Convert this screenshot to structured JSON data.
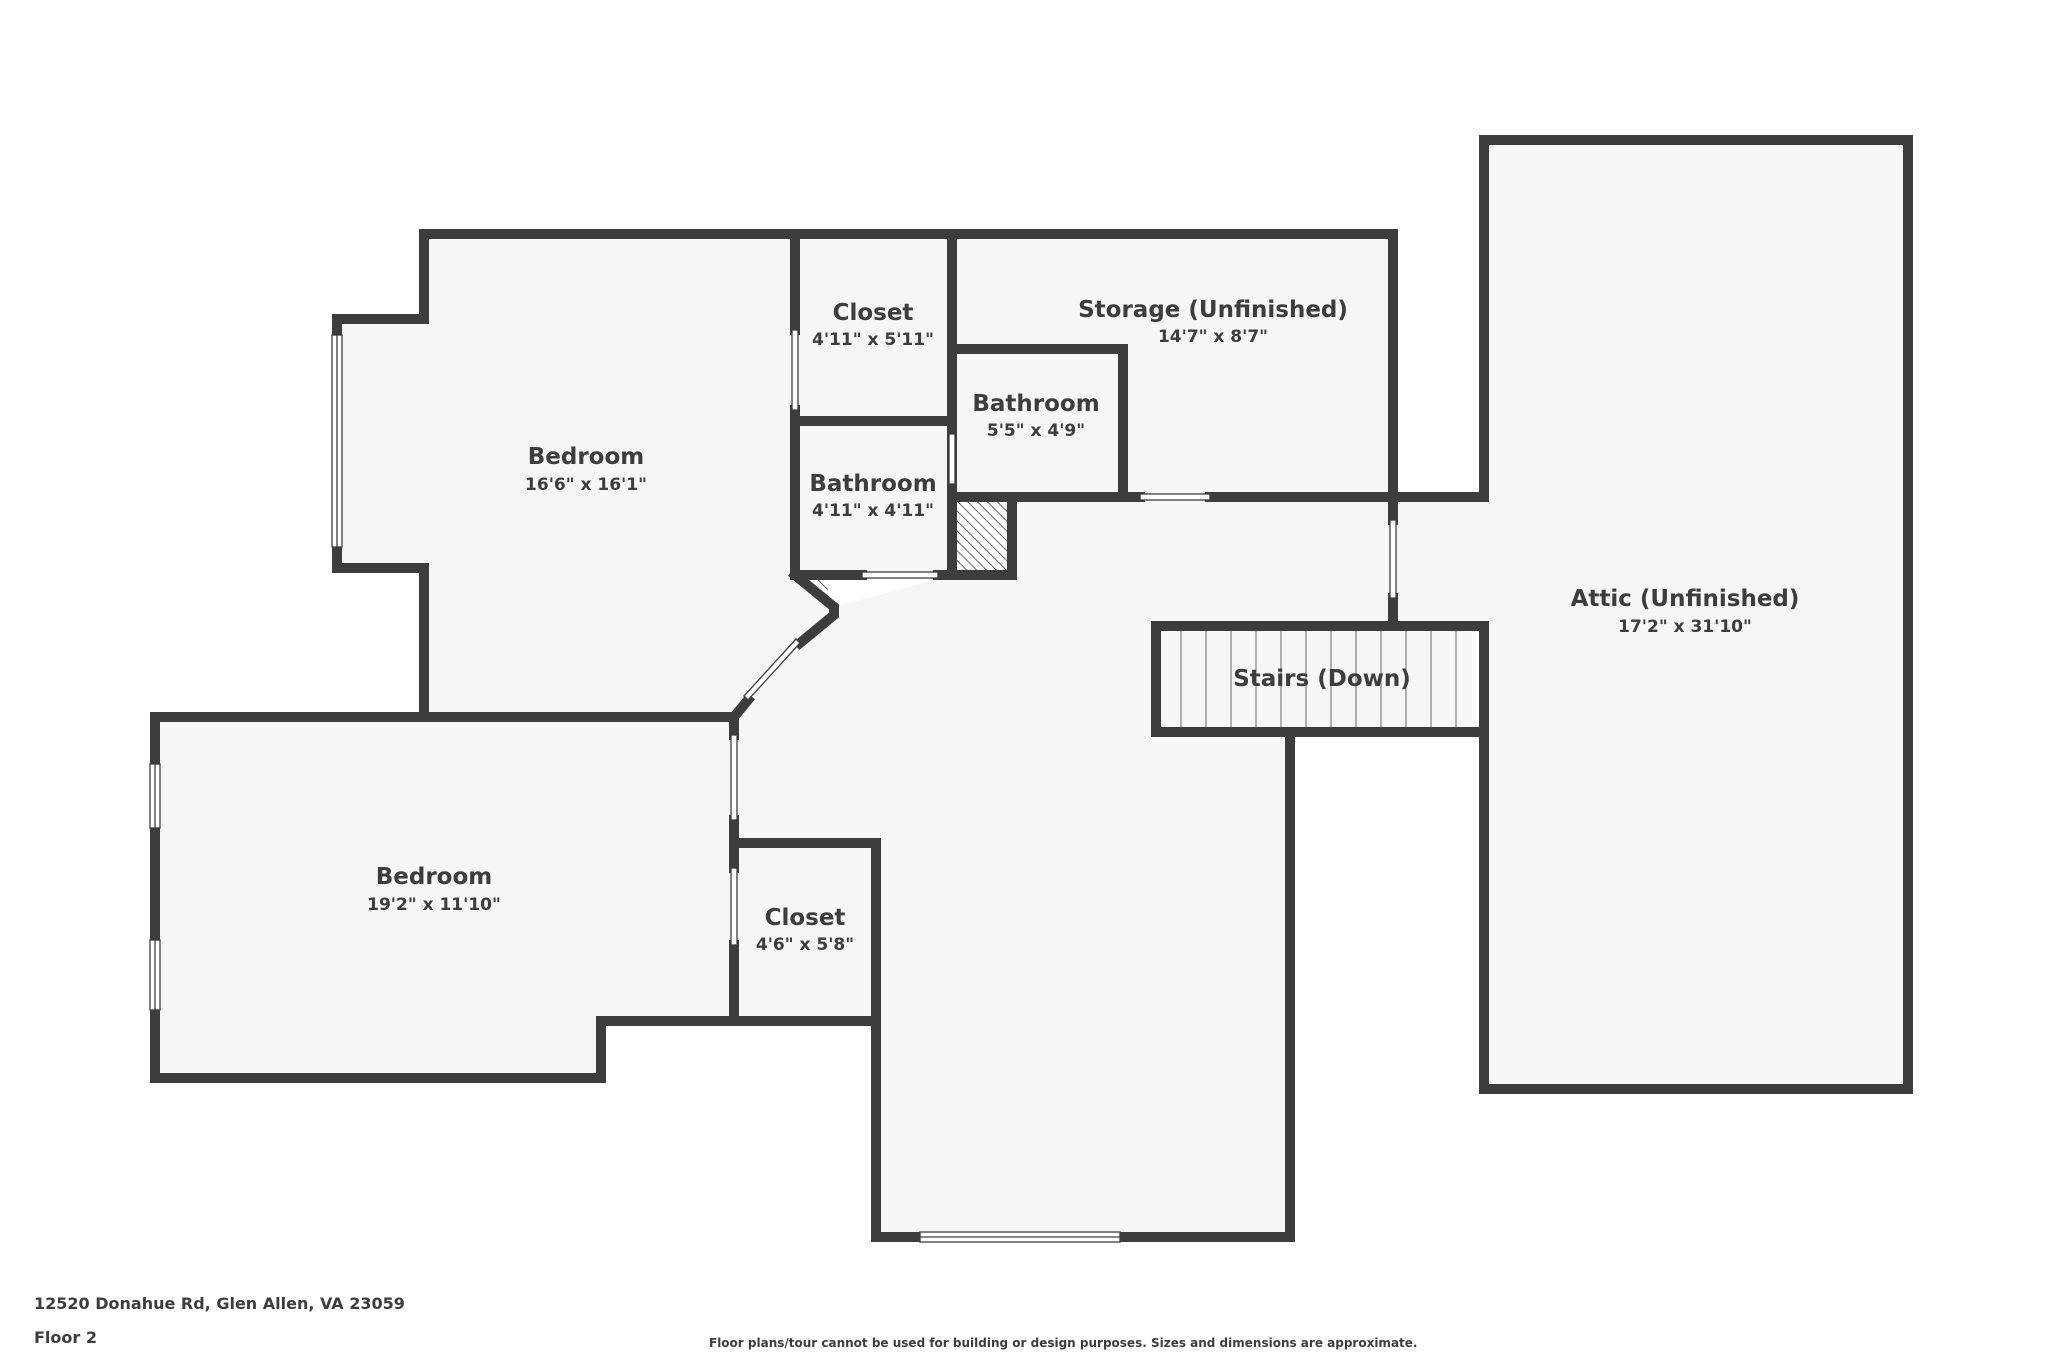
{
  "address": "12520 Donahue Rd, Glen Allen, VA 23059",
  "floor": "Floor 2",
  "disclaimer": "Floor plans/tour cannot be used for building or design purposes. Sizes and dimensions are approximate.",
  "colors": {
    "wall": "#3d3d3d",
    "floor": "#f6f6f6",
    "text": "#3d3d3d",
    "background": "#ffffff"
  },
  "rooms": {
    "bedroom_1": {
      "name": "Bedroom",
      "dims": "16'6\" x 16'1\""
    },
    "closet_1": {
      "name": "Closet",
      "dims": "4'11\" x 5'11\""
    },
    "storage": {
      "name": "Storage (Unfinished)",
      "dims": "14'7\" x 8'7\""
    },
    "bathroom_1": {
      "name": "Bathroom",
      "dims": "5'5\" x 4'9\""
    },
    "bathroom_2": {
      "name": "Bathroom",
      "dims": "4'11\" x 4'11\""
    },
    "attic": {
      "name": "Attic (Unfinished)",
      "dims": "17'2\" x 31'10\""
    },
    "stairs": {
      "name": "Stairs (Down)"
    },
    "bedroom_2": {
      "name": "Bedroom",
      "dims": "19'2\" x 11'10\""
    },
    "closet_2": {
      "name": "Closet",
      "dims": "4'6\" x 5'8\""
    }
  }
}
